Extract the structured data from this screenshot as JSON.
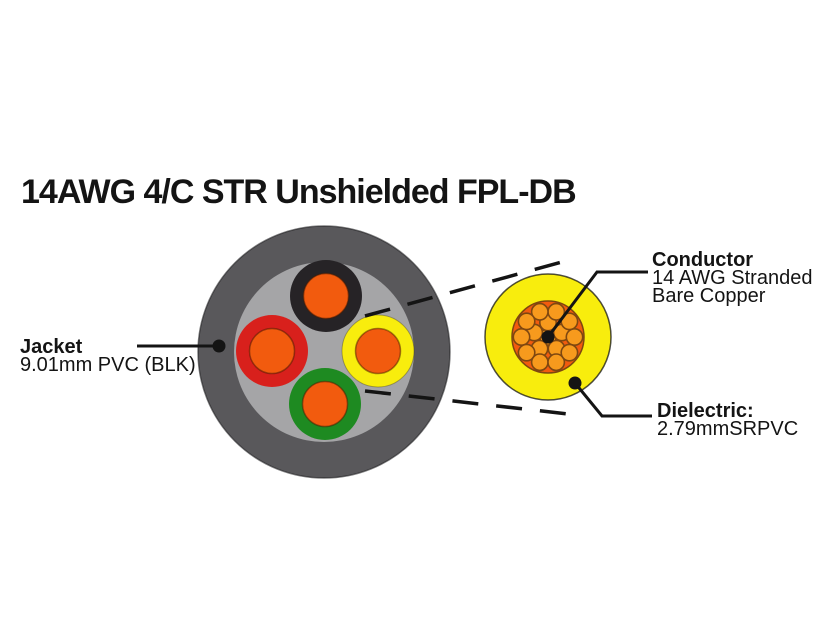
{
  "title": "14AWG 4/C STR Unshielded FPL-DB",
  "labels": {
    "jacket": {
      "heading": "Jacket",
      "spec": "9.01mm PVC (BLK)"
    },
    "conductor": {
      "heading": "Conductor",
      "spec_line1": "14 AWG Stranded",
      "spec_line2": "Bare Copper"
    },
    "dielectric": {
      "heading": "Dielectric:",
      "spec": "2.79mmSRPVC"
    }
  },
  "diagram": {
    "conductor_count": 4,
    "insulation_colors": [
      "black",
      "red",
      "yellow",
      "green"
    ],
    "strand_count": 16
  },
  "colors": {
    "background": "#ffffff",
    "text": "#141414",
    "leader_line": "#141414",
    "jacket_gray": "#59585b",
    "filler_gray": "#a5a5a7",
    "insulation_black": "#262326",
    "insulation_red": "#d8201c",
    "insulation_yellow": "#f8ed0d",
    "insulation_green": "#1e8a21",
    "conductor_orange": "#f25b0e",
    "strand_fill": "#f79a1d",
    "strand_stroke": "#7e4710"
  }
}
